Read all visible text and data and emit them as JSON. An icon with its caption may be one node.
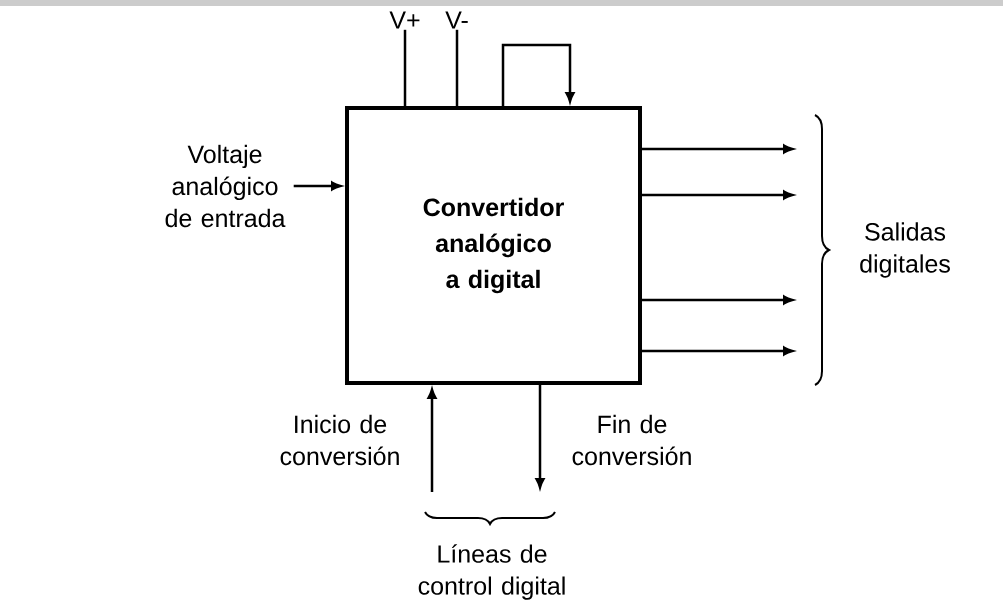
{
  "diagram": {
    "nodes": [
      {
        "text": [
          "Convertidor analógico a digital"
        ]
      },
      {
        "text": [
          "Voltaje analógico de entrada"
        ]
      },
      {
        "text": [
          "V+"
        ]
      },
      {
        "text": [
          "V-"
        ]
      }
    ],
    "edges": [
      {
        "from": 1,
        "to": 0,
        "arrow": "to"
      },
      {
        "from": 2,
        "to": 0,
        "arrow": "none"
      },
      {
        "from": 3,
        "to": 0,
        "arrow": "none"
      },
      {
        "from": 0,
        "to": 0,
        "arrow": "to"
      },
      {
        "from": 0,
        "to": null,
        "arrow": "to"
      },
      {
        "from": 0,
        "to": null,
        "arrow": "to"
      },
      {
        "from": 0,
        "to": null,
        "arrow": "to"
      },
      {
        "from": 0,
        "to": null,
        "arrow": "to"
      },
      {
        "from": null,
        "to": 0,
        "arrow": "to",
        "label": "Inicio de conversión"
      },
      {
        "from": 0,
        "to": null,
        "arrow": "to",
        "label": "Fin de conversión"
      }
    ],
    "labels": [
      "Salidas digitales",
      "Líneas de control digital"
    ]
  }
}
